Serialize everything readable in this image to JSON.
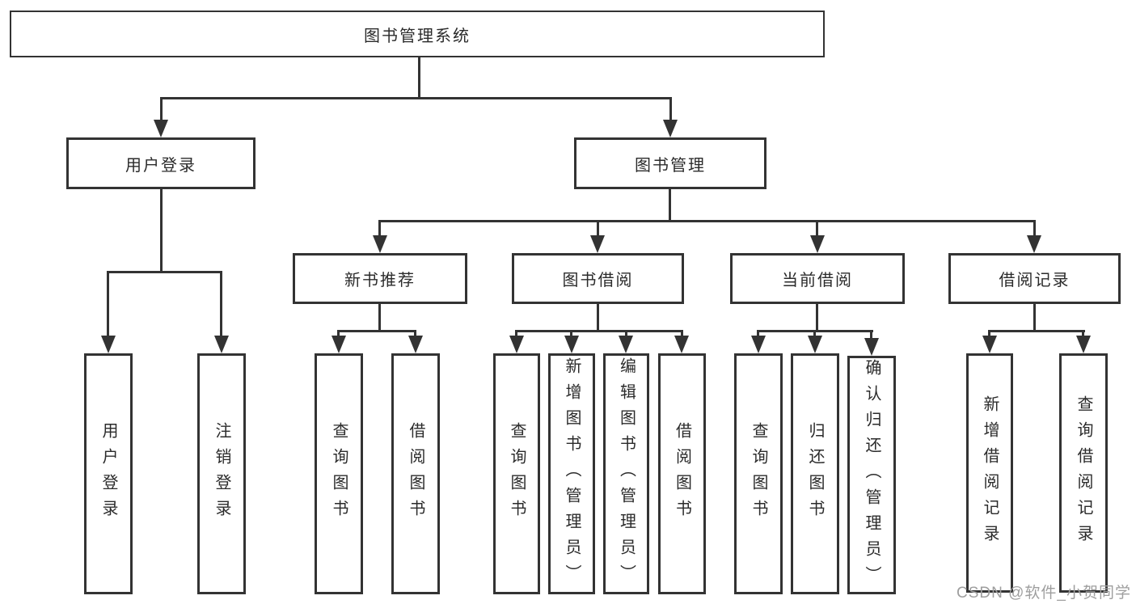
{
  "diagram": {
    "root": {
      "label": "图书管理系统",
      "children": [
        {
          "label": "用户登录",
          "children": [
            {
              "label": "用户登录"
            },
            {
              "label": "注销登录"
            }
          ]
        },
        {
          "label": "图书管理",
          "children": [
            {
              "label": "新书推荐",
              "children": [
                {
                  "label": "查询图书"
                },
                {
                  "label": "借阅图书"
                }
              ]
            },
            {
              "label": "图书借阅",
              "children": [
                {
                  "label": "查询图书"
                },
                {
                  "label": "新增图书（管理员）"
                },
                {
                  "label": "编辑图书（管理员）"
                },
                {
                  "label": "借阅图书"
                }
              ]
            },
            {
              "label": "当前借阅",
              "children": [
                {
                  "label": "查询图书"
                },
                {
                  "label": "归还图书"
                },
                {
                  "label": "确认归还（管理员）"
                }
              ]
            },
            {
              "label": "借阅记录",
              "children": [
                {
                  "label": "新增借阅记录"
                },
                {
                  "label": "查询借阅记录"
                }
              ]
            }
          ]
        }
      ]
    }
  },
  "watermark": "CSDN @软件_小贺同学",
  "colors": {
    "line": "#333333",
    "text": "#2b2b2b",
    "watermark": "#9e9e9e",
    "background": "#ffffff"
  }
}
